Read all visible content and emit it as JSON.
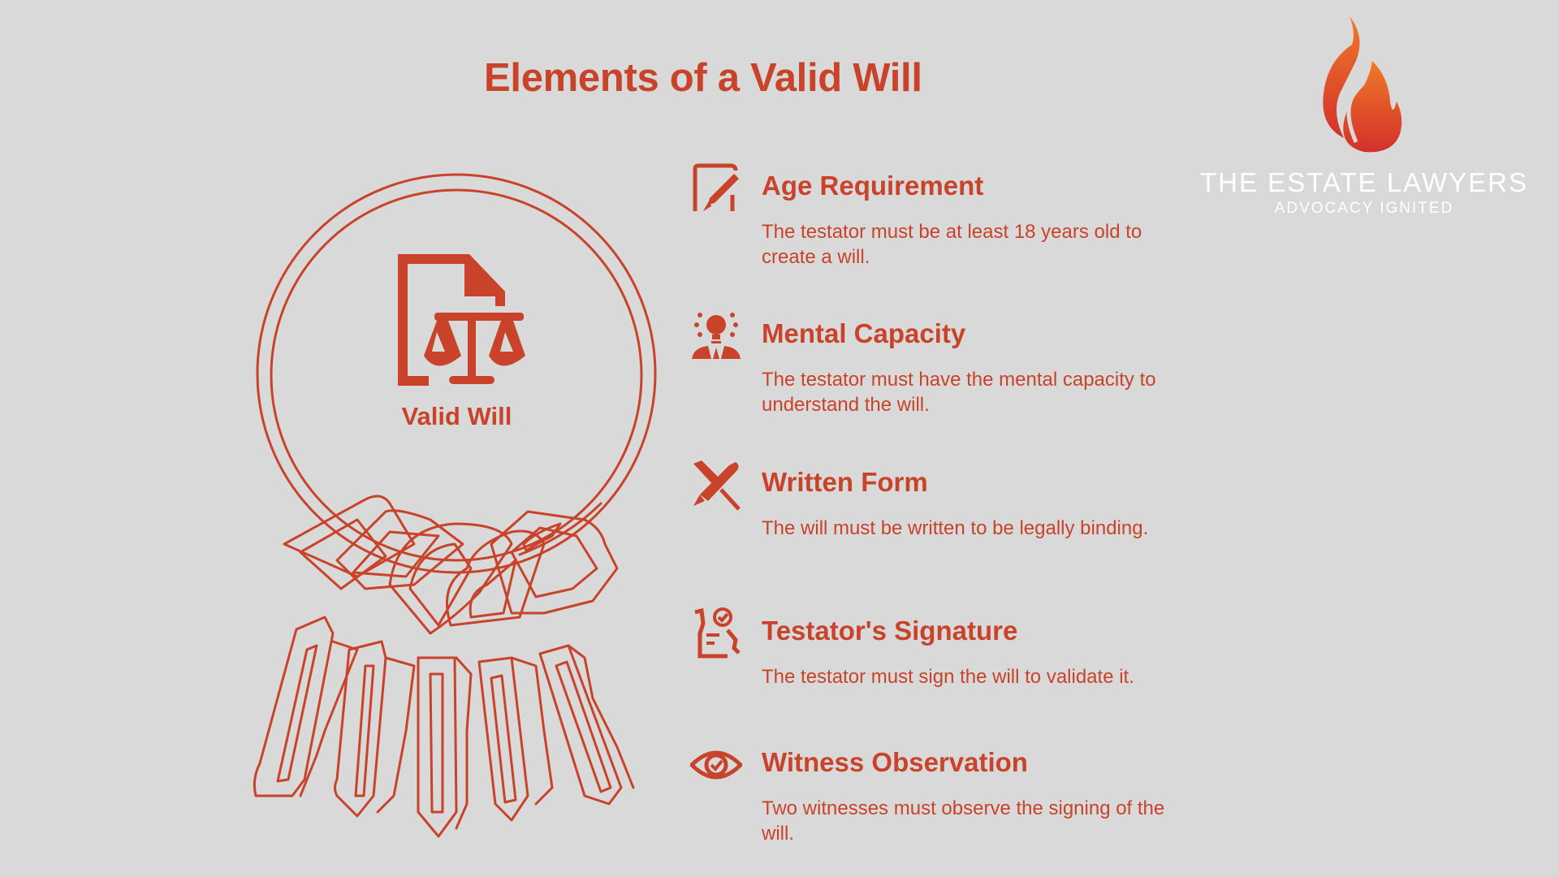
{
  "title": "Elements of a Valid Will",
  "colors": {
    "background": "#d9d9d9",
    "accent": "#c8432a",
    "logo_text": "#ffffff",
    "flame_orange": "#ef7a2a",
    "flame_red": "#d3302a"
  },
  "center": {
    "label": "Valid Will",
    "icon": "document-scales-icon"
  },
  "illustration": "keyring-with-keys",
  "items": [
    {
      "heading": "Age Requirement",
      "description": "The testator must be at least 18 years old to create a will.",
      "icon": "edit-document-pen-icon"
    },
    {
      "heading": "Mental Capacity",
      "description": "The testator must have the mental capacity to understand the will.",
      "icon": "lightbulb-person-icon"
    },
    {
      "heading": "Written Form",
      "description": "The will must be written to be legally binding.",
      "icon": "crossed-pens-icon"
    },
    {
      "heading": "Testator's Signature",
      "description": "The testator must sign the will to validate it.",
      "icon": "signed-document-check-icon"
    },
    {
      "heading": "Witness Observation",
      "description": "Two witnesses must observe the signing of the will.",
      "icon": "eye-check-icon"
    }
  ],
  "logo": {
    "name": "THE ESTATE LAWYERS",
    "tagline": "ADVOCACY IGNITED",
    "icon": "flame-icon"
  }
}
